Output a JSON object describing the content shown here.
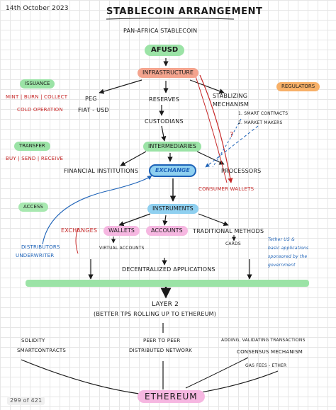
{
  "header": {
    "date": "14th October 2023",
    "title": "Stablecoin Arrangement",
    "subtitle": "Pan-Africa Stablecoin",
    "coin": "AFUSD"
  },
  "nodes": {
    "infrastructure": "Infrastructure",
    "peg": "PEG",
    "fiat": "FIAT - USD",
    "reserves": "Reserves",
    "custodians": "Custodians",
    "stabilizing_1": "Stablizing",
    "stabilizing_2": "Mechanism",
    "smart_contracts": "1. Smart Contracts",
    "market_makers": "2. Market Makers",
    "intermediaries": "Intermediaries",
    "financial_institutions": "Financial Institutions",
    "exchange": "Exchange",
    "processors": "Processors",
    "consumer_wallets": "Consumer Wallets",
    "instruments": "Instruments",
    "exchanges": "Exchanges",
    "wallets": "Wallets",
    "accounts": "Accounts",
    "traditional_methods": "Traditional Methods",
    "cards": "Cards",
    "virtual_accounts": "Virtual Accounts",
    "question_mark": "?",
    "decentralized_apps": "Decentralized Applications",
    "layer2_1": "Layer 2",
    "layer2_2": "(Better TPS Rolling up to Ethereum)",
    "solidity": "Solidity",
    "smartcontracts": "Smartcontracts",
    "p2p_1": "Peer to Peer",
    "p2p_2": "Distributed Network",
    "adding_tx": "Adding, Validating Transactions",
    "consensus": "Consensus Mechanism",
    "gas_fees": "Gas Fees - Ether",
    "ethereum": "Ethereum"
  },
  "side": {
    "issuance": "Issuance",
    "issuance_actions": "Mint | Burn | Collect",
    "cold_operation": "Cold Operation",
    "transfer": "Transfer",
    "transfer_actions": "Buy | Send | Receive",
    "access": "Access",
    "distributors": "Distributors",
    "underwriter": "Underwriter",
    "regulators": "Regulators",
    "tether_note_1": "Tether US &",
    "tether_note_2": "basic applications",
    "tether_note_3": "sponsored by the",
    "tether_note_4": "government"
  },
  "footer": {
    "page_indicator": "299 of 421"
  },
  "colors": {
    "highlight_green": "#9be3a6",
    "highlight_blue": "#8fd0f0",
    "highlight_pink": "#f6b7e1",
    "highlight_orange": "#f7b068",
    "highlight_salmon": "#f4a48e",
    "ink": "#1a1a1a",
    "red_ink": "#c62828",
    "blue_ink": "#1e63b8"
  }
}
